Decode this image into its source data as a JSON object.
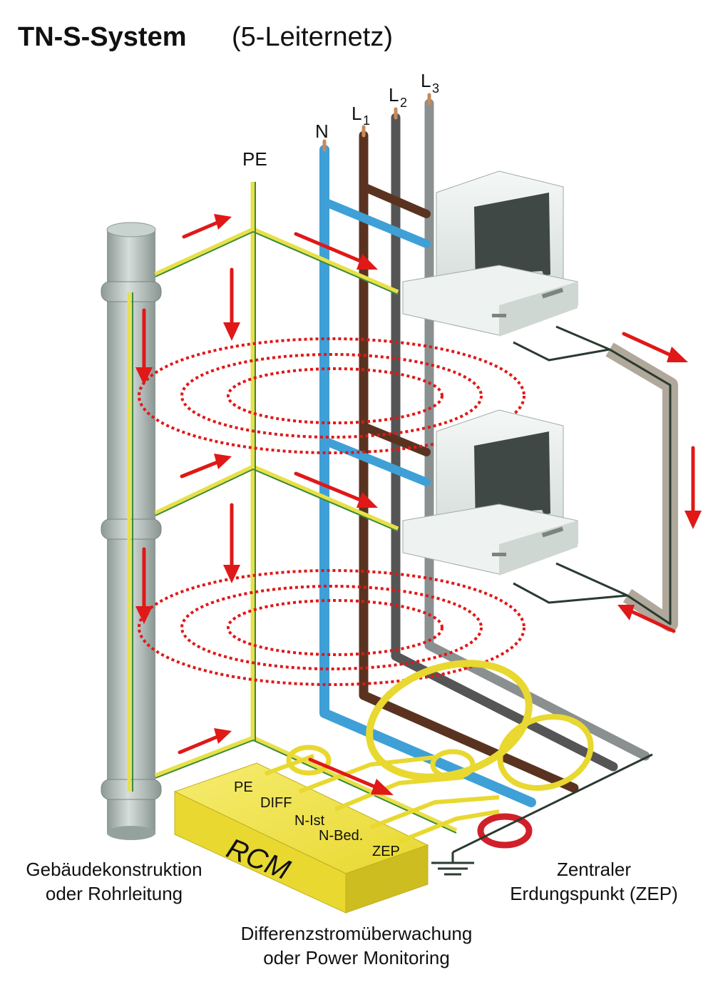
{
  "title": {
    "main": "TN-S-System",
    "sub": "(5-Leiternetz)"
  },
  "conductors": {
    "pe": "PE",
    "n": "N",
    "l1_base": "L",
    "l1_sub": "1",
    "l2_base": "L",
    "l2_sub": "2",
    "l3_base": "L",
    "l3_sub": "3"
  },
  "rcm": {
    "label": "RCM",
    "inputs": [
      "PE",
      "DIFF",
      "N-Ist",
      "N-Bed.",
      "ZEP"
    ]
  },
  "captions": {
    "building_line1": "Gebäudekonstruktion",
    "building_line2": "oder Rohrleitung",
    "zep_line1": "Zentraler",
    "zep_line2": "Erdungspunkt (ZEP)",
    "monitor_line1": "Differenzstromüberwachung",
    "monitor_line2": "oder Power Monitoring"
  },
  "colors": {
    "pe_yellow": "#e8e04a",
    "pe_green": "#3a8a3a",
    "neutral_blue": "#3fa0d8",
    "l1_brown": "#5a3320",
    "l2_dark": "#555555",
    "l3_grey": "#8a9090",
    "pipe": "#b8c4c0",
    "arrow_red": "#e01818",
    "rcm_yellow": "#f0e040",
    "ring_red": "#d0202a"
  },
  "icons": [
    "monitor-icon",
    "computer-icon",
    "ground-symbol-icon",
    "arrow-icon",
    "magnetic-field-icon"
  ]
}
